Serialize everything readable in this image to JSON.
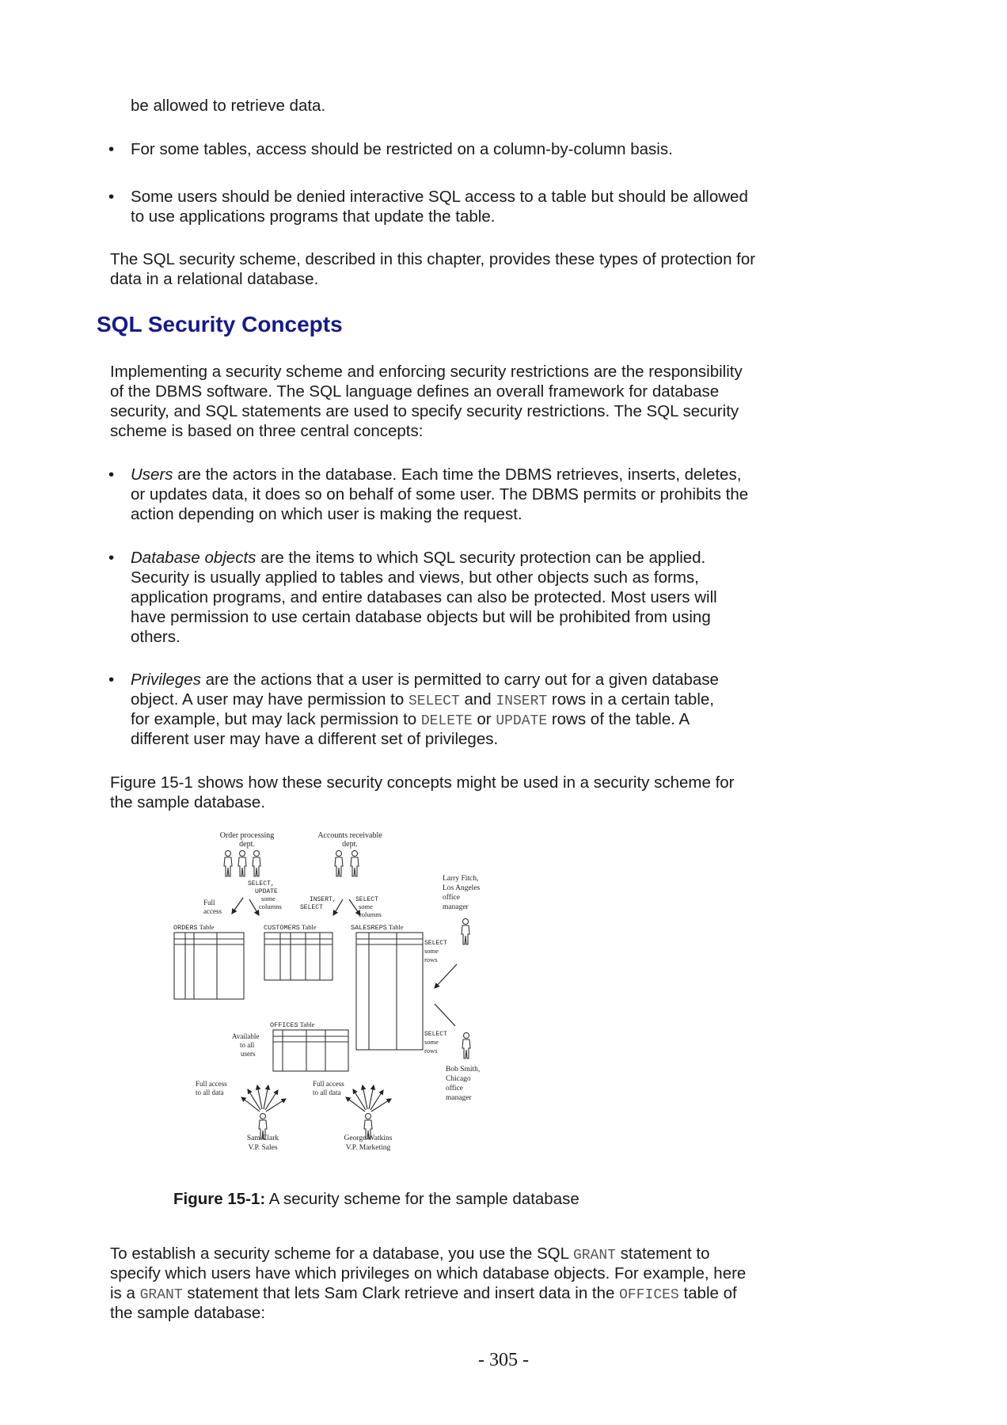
{
  "top": {
    "cont_line": "be allowed to retrieve data.",
    "bullet_1": "For some tables, access should be restricted on a column-by-column basis.",
    "bullet_2_line1": "Some users should be denied interactive SQL access to a table but should be allowed",
    "bullet_2_line2": "to use applications programs that update the table.",
    "para_line1": "The SQL security scheme, described in this chapter, provides these types of protection for",
    "para_line2": "data in a relational database."
  },
  "section": {
    "title": "SQL Security Concepts",
    "intro_lines": [
      "Implementing a security scheme and enforcing security restrictions are the responsibility",
      "of the DBMS software. The SQL language defines an overall framework for database",
      "security, and SQL statements are used to specify security restrictions. The SQL security",
      "scheme is based on three central concepts:"
    ],
    "users": {
      "term": "Users",
      "line1_rest": " are the actors in the database. Each time the DBMS retrieves, inserts, deletes,",
      "line2": "or updates data, it does so on behalf of some user. The DBMS permits or prohibits the",
      "line3": "action depending on which user is making the request."
    },
    "objects": {
      "term": "Database objects",
      "line1_rest": " are the items to which SQL security protection can be applied.",
      "line2": "Security is usually applied to tables and views, but other objects such as forms,",
      "line3": "application programs, and entire databases can also be protected. Most users will",
      "line4": "have permission to use certain database objects but will be prohibited from using",
      "line5": "others."
    },
    "privileges": {
      "term": "Privileges",
      "line1_rest": " are the actions that a user is permitted to carry out for a given database",
      "l2_a": "object. A user may have permission to ",
      "l2_code1": "SELECT",
      "l2_b": " and ",
      "l2_code2": "INSERT",
      "l2_c": " rows in a certain table,",
      "l3_a": "for example, but may lack permission to ",
      "l3_code1": "DELETE",
      "l3_b": " or ",
      "l3_code2": "UPDATE",
      "l3_c": " rows of the table. A",
      "line4": "different user may have a different set of privileges."
    },
    "figure_ref_line1": "Figure 15-1 shows how these security concepts might be used in a security scheme for",
    "figure_ref_line2": "the sample database."
  },
  "figure": {
    "order_dept_l1": "Order processing",
    "order_dept_l2": "dept.",
    "ar_dept_l1": "Accounts receivable",
    "ar_dept_l2": "dept.",
    "larry_l1": "Larry Fitch,",
    "larry_l2": "Los Angeles",
    "larry_l3": "office",
    "larry_l4": "manager",
    "full_access_l1": "Full",
    "full_access_l2": "access",
    "sel_upd_l1": "SELECT,",
    "sel_upd_l2": "UPDATE",
    "sel_upd_l3": "some",
    "sel_upd_l4": "columns",
    "ins_sel_l1": "INSERT,",
    "ins_sel_l2": "SELECT",
    "sel_some_l1": "SELECT",
    "sel_some_l2": "some",
    "sel_some_l3": "columns",
    "orders_code": "ORDERS",
    "customers_code": "CUSTOMERS",
    "salesreps_code": "SALESREPS",
    "offices_code": "OFFICES",
    "table_word": "Table",
    "select_rows_l1": "SELECT",
    "select_rows_l2": "some",
    "select_rows_l3": "rows",
    "available_l1": "Available",
    "available_l2": "to all",
    "available_l3": "users",
    "bob_l1": "Bob Smith,",
    "bob_l2": "Chicago",
    "bob_l3": "office",
    "bob_l4": "manager",
    "full_all_l1": "Full access",
    "full_all_l2": "to all data",
    "sam_l1": "Sam Clark",
    "sam_l2": "V.P. Sales",
    "george_l1": "George Watkins",
    "george_l2": "V.P. Marketing"
  },
  "caption": {
    "label": "Figure 15-1:",
    "text": " A security scheme for the sample database"
  },
  "closing": {
    "l1_a": "To establish a security scheme for a database, you use the SQL ",
    "l1_code": "GRANT",
    "l1_b": " statement to",
    "line2": "specify which users have which privileges on which database objects. For example, here",
    "l3_a": "is a ",
    "l3_code1": "GRANT",
    "l3_b": " statement that lets Sam Clark retrieve and insert data in the ",
    "l3_code2": "OFFICES",
    "l3_c": " table of",
    "line4": "the sample database:"
  },
  "page_number": "- 305 -"
}
